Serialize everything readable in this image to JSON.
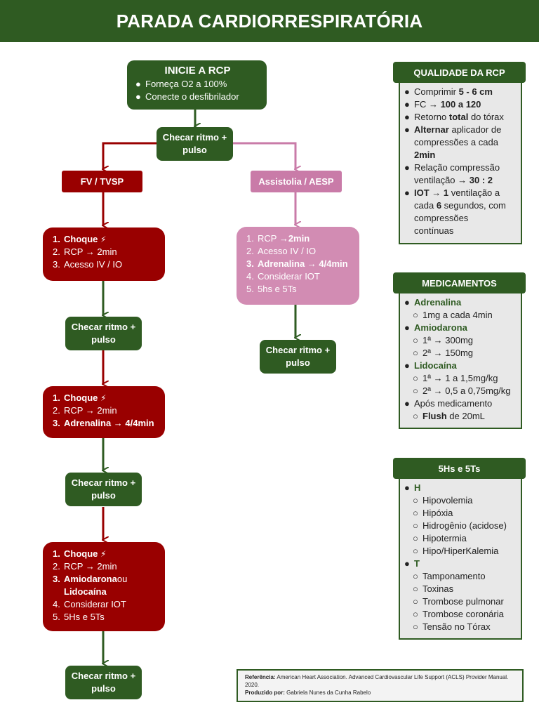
{
  "header": {
    "title": "PARADA CARDIORRESPIRATÓRIA"
  },
  "start": {
    "title": "INICIE A RCP",
    "items": [
      "Forneça O2 a 100%",
      "Conecte o desfibrilador"
    ]
  },
  "check_label_1": "Checar ritmo +",
  "check_label_2": "pulso",
  "branches": {
    "shockable": "FV / TVSP",
    "non_shockable": "Assistolia / AESP"
  },
  "shock_cycle_1": {
    "items": [
      {
        "n": "1.",
        "text": "Choque",
        "bold": true
      },
      {
        "n": "2.",
        "text": "RCP → 2min"
      },
      {
        "n": "3.",
        "text": "Acesso IV / IO"
      }
    ]
  },
  "shock_cycle_2": {
    "items": [
      {
        "n": "1.",
        "text": "Choque",
        "bold": true
      },
      {
        "n": "2.",
        "text": "RCP → 2min"
      },
      {
        "n": "3.",
        "text": "Adrenalina → 4/4min",
        "bold": true
      }
    ]
  },
  "shock_cycle_3": {
    "items": [
      {
        "n": "1.",
        "text": "Choque",
        "bold": true
      },
      {
        "n": "2.",
        "text": "RCP → 2min"
      },
      {
        "n": "3.",
        "text": "Amiodarona",
        "bold": true,
        "suffix": " ou"
      },
      {
        "n": "",
        "text": "Lidocaína",
        "bold": true
      },
      {
        "n": "4.",
        "text": "Considerar IOT"
      },
      {
        "n": "5.",
        "text": "5Hs e 5Ts"
      }
    ]
  },
  "asystole_cycle": {
    "items": [
      {
        "n": "1.",
        "text": "RCP → ",
        "bold_part": "2min"
      },
      {
        "n": "2.",
        "text": "Acesso IV / IO"
      },
      {
        "n": "3.",
        "text": "Adrenalina → 4/4min",
        "bold": true
      },
      {
        "n": "4.",
        "text": "Considerar IOT"
      },
      {
        "n": "5.",
        "text": "5hs e 5Ts"
      }
    ]
  },
  "quality": {
    "title": "QUALIDADE DA RCP",
    "lines": [
      [
        "●",
        "Comprimir ",
        "5 - 6 cm"
      ],
      [
        "●",
        "FC → ",
        "100 a 120"
      ],
      [
        "●",
        "Retorno ",
        "total",
        " do tórax"
      ],
      [
        "●",
        "",
        "Alternar",
        " aplicador de"
      ],
      [
        "",
        "compressões a cada"
      ],
      [
        "",
        "",
        "2min"
      ],
      [
        "●",
        "Relação compressão"
      ],
      [
        "",
        "ventilação → ",
        "30 : 2"
      ],
      [
        "●",
        "",
        "IOT",
        " → ",
        "1",
        " ventilação a"
      ],
      [
        "",
        "cada ",
        "6",
        " segundos, com"
      ],
      [
        "",
        "compressões"
      ],
      [
        "",
        "contínuas"
      ]
    ]
  },
  "medications": {
    "title": "MEDICAMENTOS",
    "adrenalina": {
      "name": "Adrenalina",
      "sub": [
        "1mg a cada 4min"
      ]
    },
    "amiodarona": {
      "name": "Amiodarona",
      "sub": [
        "1ª → 300mg",
        "2ª → 150mg"
      ]
    },
    "lidocaina": {
      "name": "Lidocaína",
      "sub": [
        "1ª → 1 a 1,5mg/kg",
        "2ª → 0,5 a 0,75mg/kg"
      ]
    },
    "apos": {
      "name": "Após medicamento",
      "sub_bold": "Flush",
      "sub_rest": " de 20mL"
    }
  },
  "causes": {
    "title": "5Hs e 5Ts",
    "h_label": "H",
    "h_items": [
      "Hipovolemia",
      "Hipóxia",
      "Hidrogênio (acidose)",
      "Hipotermia",
      "Hipo/HiperKalemia"
    ],
    "t_label": "T",
    "t_items": [
      "Tamponamento",
      "Toxinas",
      "Trombose pulmonar",
      "Trombose coronária",
      "Tensão no Tórax"
    ]
  },
  "reference": {
    "ref_label": "Referência:",
    "ref_text": " American Heart Association. Advanced Cardiovascular Life Support (ACLS) Provider Manual.",
    "ref_year": "2020.",
    "by_label": "Produzido por:",
    "by_text": " Gabriela Nunes da Cunha Rabelo"
  },
  "colors": {
    "green": "#2f5b22",
    "red": "#990000",
    "pink": "#c97ba8",
    "panel_bg": "#e8e8e8"
  },
  "icons": {
    "shock": "lightning-icon"
  }
}
